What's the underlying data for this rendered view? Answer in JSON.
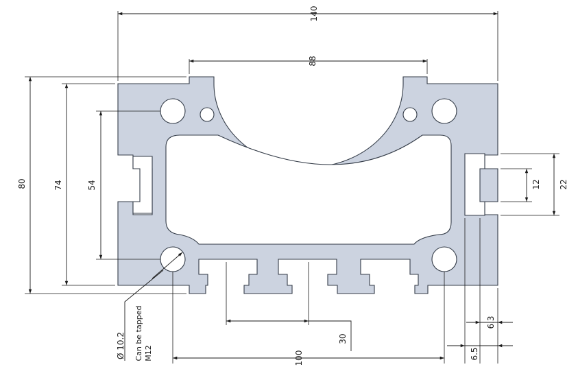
{
  "dimensions": {
    "overall_width": "140",
    "arc_width": "88",
    "overall_height": "80",
    "outer_height": "74",
    "hole_spacing_v": "54",
    "slot_inner": "12",
    "slot_outer": "22",
    "slot_pitch": "30",
    "hole_spacing_h": "100",
    "slot_depth_a": "6.5",
    "slot_depth_b": "6.3"
  },
  "notes": {
    "hole_diameter": "Ø 10.2",
    "tap_line1": "Can be tapped",
    "tap_line2": "M12"
  },
  "colors": {
    "profile_fill": "#ccd3e0",
    "profile_stroke": "#333b47",
    "line": "#1a1a1a"
  }
}
